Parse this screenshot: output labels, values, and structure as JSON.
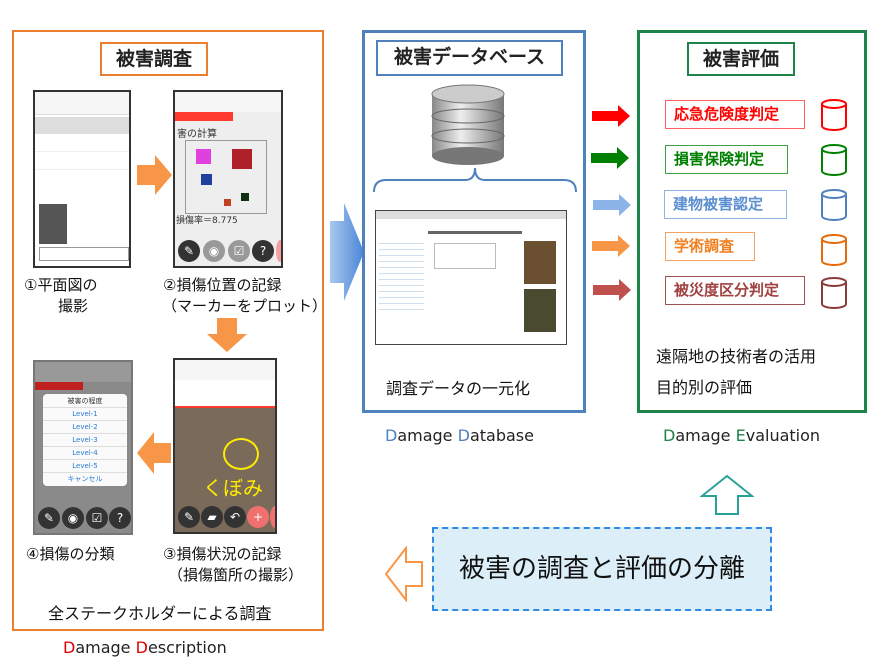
{
  "survey": {
    "title": "被害調査",
    "step1": [
      "①平面図の",
      "撮影"
    ],
    "step2": [
      "②損傷位置の記録",
      "（マーカーをプロット）"
    ],
    "step3": [
      "③損傷状況の記録",
      "（損傷箇所の撮影）"
    ],
    "step4": [
      "④損傷の分類"
    ],
    "footer": "全ステークホルダーによる調査",
    "english": {
      "d1": "D",
      "w1": "amage ",
      "d2": "D",
      "w2": "escription"
    },
    "phone2_text": {
      "heading": "害の計算",
      "rate": "損傷率＝8.775"
    },
    "phone3_text": {
      "scribble": "くぼみ"
    },
    "phone4_menu": {
      "title": "被害の程度",
      "items": [
        "Level-1",
        "Level-2",
        "Level-3",
        "Level-4",
        "Level-5",
        "キャンセル"
      ]
    }
  },
  "database": {
    "title": "被害データベース",
    "caption": "調査データの一元化",
    "english": {
      "d1": "D",
      "w1": "amage ",
      "d2": "D",
      "w2": "atabase"
    }
  },
  "evaluation": {
    "title": "被害評価",
    "items": [
      {
        "label": "応急危険度判定",
        "color": "#ff0000"
      },
      {
        "label": "損害保険判定",
        "color": "#008000"
      },
      {
        "label": "建物被害認定",
        "color": "#5b8fd0"
      },
      {
        "label": "学術調査",
        "color": "#f08020"
      },
      {
        "label": "被災度区分判定",
        "color": "#a04040"
      }
    ],
    "notes": [
      "遠隔地の技術者の活用",
      "目的別の評価"
    ],
    "english": {
      "d1": "D",
      "w1": "amage ",
      "d2": "E",
      "w2": "valuation"
    }
  },
  "separation": {
    "label": "被害の調査と評価の分離"
  },
  "colors": {
    "survey": "#ed7d31",
    "database": "#4f81bd",
    "evaluation": "#1e8449",
    "separation_fill": "#dceef7",
    "separation_border": "#2e8ae6"
  }
}
